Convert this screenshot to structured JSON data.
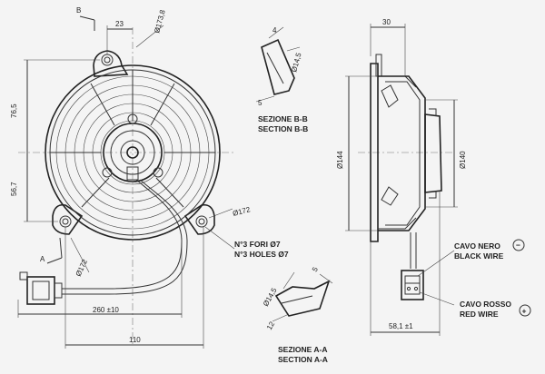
{
  "dims": {
    "b_mark": "B",
    "d23": "23",
    "d173_8": "Ø173,8",
    "d76_5": "76,5",
    "d56_7": "56,7",
    "d172_right": "Ø172",
    "d172_left": "Ø172",
    "a_mark": "A",
    "d260": "260 ±10",
    "d110": "110",
    "d4": "4",
    "d14_5_b": "Ø14,5",
    "d5_b": "5",
    "d14_5_a": "Ø14,5",
    "d5_a": "5",
    "d12": "12",
    "d30": "30",
    "d144": "Ø144",
    "d140": "Ø140",
    "d58_1": "58,1 ±1"
  },
  "labels": {
    "holes_it": "N°3 FORI Ø7",
    "holes_en": "N°3 HOLES Ø7",
    "section_bb_it": "SEZIONE B-B",
    "section_bb_en": "SECTION B-B",
    "section_aa_it": "SEZIONE A-A",
    "section_aa_en": "SECTION A-A",
    "black_it": "CAVO NERO",
    "black_en": "BLACK WIRE",
    "red_it": "CAVO ROSSO",
    "red_en": "RED WIRE",
    "minus": "−",
    "plus": "+"
  }
}
